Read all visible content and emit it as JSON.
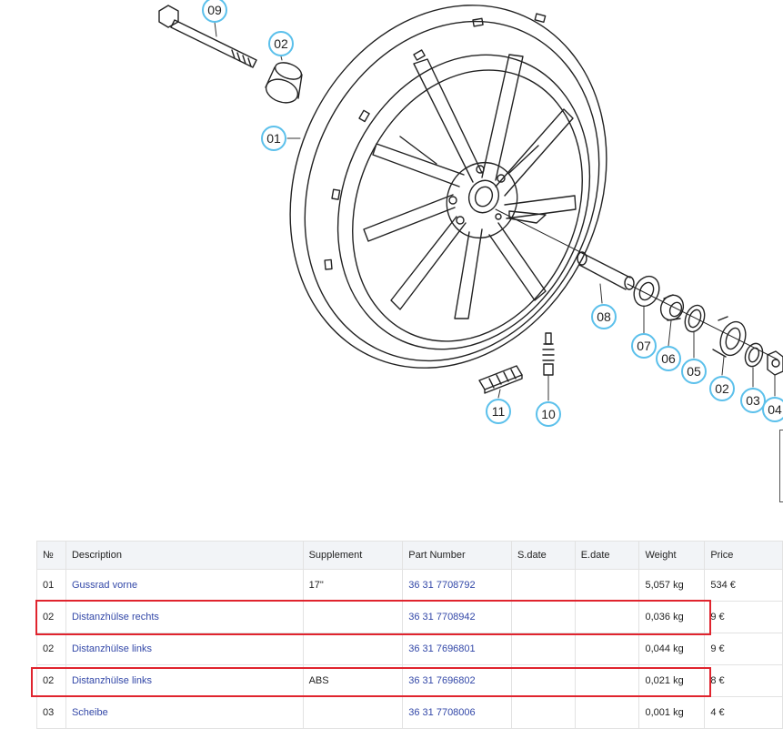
{
  "diagram": {
    "callouts": [
      {
        "id": "c09",
        "label": "09"
      },
      {
        "id": "c02a",
        "label": "02"
      },
      {
        "id": "c01",
        "label": "01"
      },
      {
        "id": "c08",
        "label": "08"
      },
      {
        "id": "c07",
        "label": "07"
      },
      {
        "id": "c06",
        "label": "06"
      },
      {
        "id": "c05",
        "label": "05"
      },
      {
        "id": "c02b",
        "label": "02"
      },
      {
        "id": "c03",
        "label": "03"
      },
      {
        "id": "c04",
        "label": "04"
      },
      {
        "id": "c11",
        "label": "11"
      },
      {
        "id": "c10",
        "label": "10"
      }
    ],
    "callout_color": "#5bc0eb"
  },
  "table": {
    "headers": {
      "no": "№",
      "description": "Description",
      "supplement": "Supplement",
      "part_number": "Part Number",
      "sdate": "S.date",
      "edate": "E.date",
      "weight": "Weight",
      "price": "Price"
    },
    "rows": [
      {
        "no": "01",
        "description": "Gussrad vorne",
        "supplement": "17\"",
        "part_number": "36 31 7708792",
        "sdate": "",
        "edate": "",
        "weight": "5,057 kg",
        "price": "534 €"
      },
      {
        "no": "02",
        "description": "Distanzhülse rechts",
        "supplement": "",
        "part_number": "36 31 7708942",
        "sdate": "",
        "edate": "",
        "weight": "0,036 kg",
        "price": "9 €"
      },
      {
        "no": "02",
        "description": "Distanzhülse links",
        "supplement": "",
        "part_number": "36 31 7696801",
        "sdate": "",
        "edate": "",
        "weight": "0,044 kg",
        "price": "9 €"
      },
      {
        "no": "02",
        "description": "Distanzhülse links",
        "supplement": "ABS",
        "part_number": "36 31 7696802",
        "sdate": "",
        "edate": "",
        "weight": "0,021 kg",
        "price": "8 €"
      },
      {
        "no": "03",
        "description": "Scheibe",
        "supplement": "",
        "part_number": "36 31 7708006",
        "sdate": "",
        "edate": "",
        "weight": "0,001 kg",
        "price": "4 €"
      }
    ],
    "link_color": "#3348a8",
    "highlight_color": "#e0242e"
  }
}
